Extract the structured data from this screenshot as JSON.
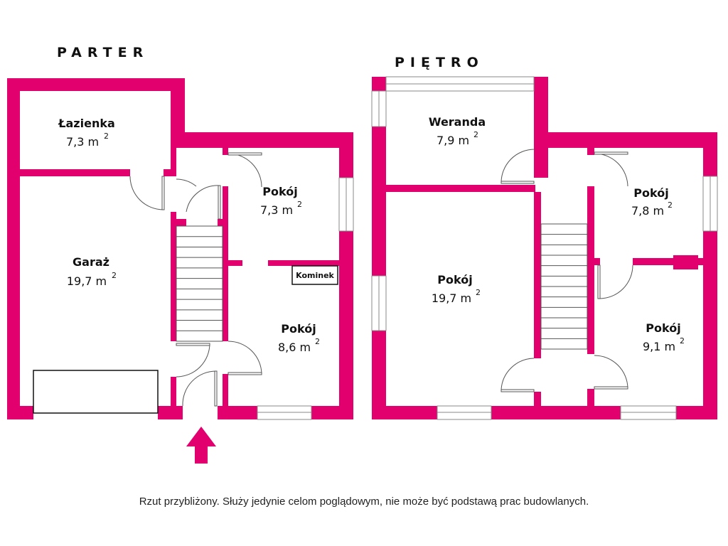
{
  "colors": {
    "wall": "#e2006f",
    "background": "#ffffff",
    "text": "#111111"
  },
  "floors": {
    "parter": {
      "title": "PARTER",
      "rooms": [
        {
          "name": "Łazienka",
          "area": "7,3 m",
          "unit_sup": "2"
        },
        {
          "name": "Garaż",
          "area": "19,7 m",
          "unit_sup": "2"
        },
        {
          "name": "Pokój",
          "area": "7,3 m",
          "unit_sup": "2"
        },
        {
          "name": "Pokój",
          "area": "8,6 m",
          "unit_sup": "2"
        }
      ],
      "fireplace_label": "Kominek",
      "entrance": "entrance-arrow-icon"
    },
    "pietro": {
      "title": "PIĘTRO",
      "rooms": [
        {
          "name": "Weranda",
          "area": "7,9 m",
          "unit_sup": "2"
        },
        {
          "name": "Pokój",
          "area": "19,7 m",
          "unit_sup": "2"
        },
        {
          "name": "Pokój",
          "area": "7,8 m",
          "unit_sup": "2"
        },
        {
          "name": "Pokój",
          "area": "9,1 m",
          "unit_sup": "2"
        }
      ]
    }
  },
  "footer": {
    "disclaimer": "Rzut przybliżony. Służy jedynie celom poglądowym, nie może być podstawą prac budowlanych."
  }
}
